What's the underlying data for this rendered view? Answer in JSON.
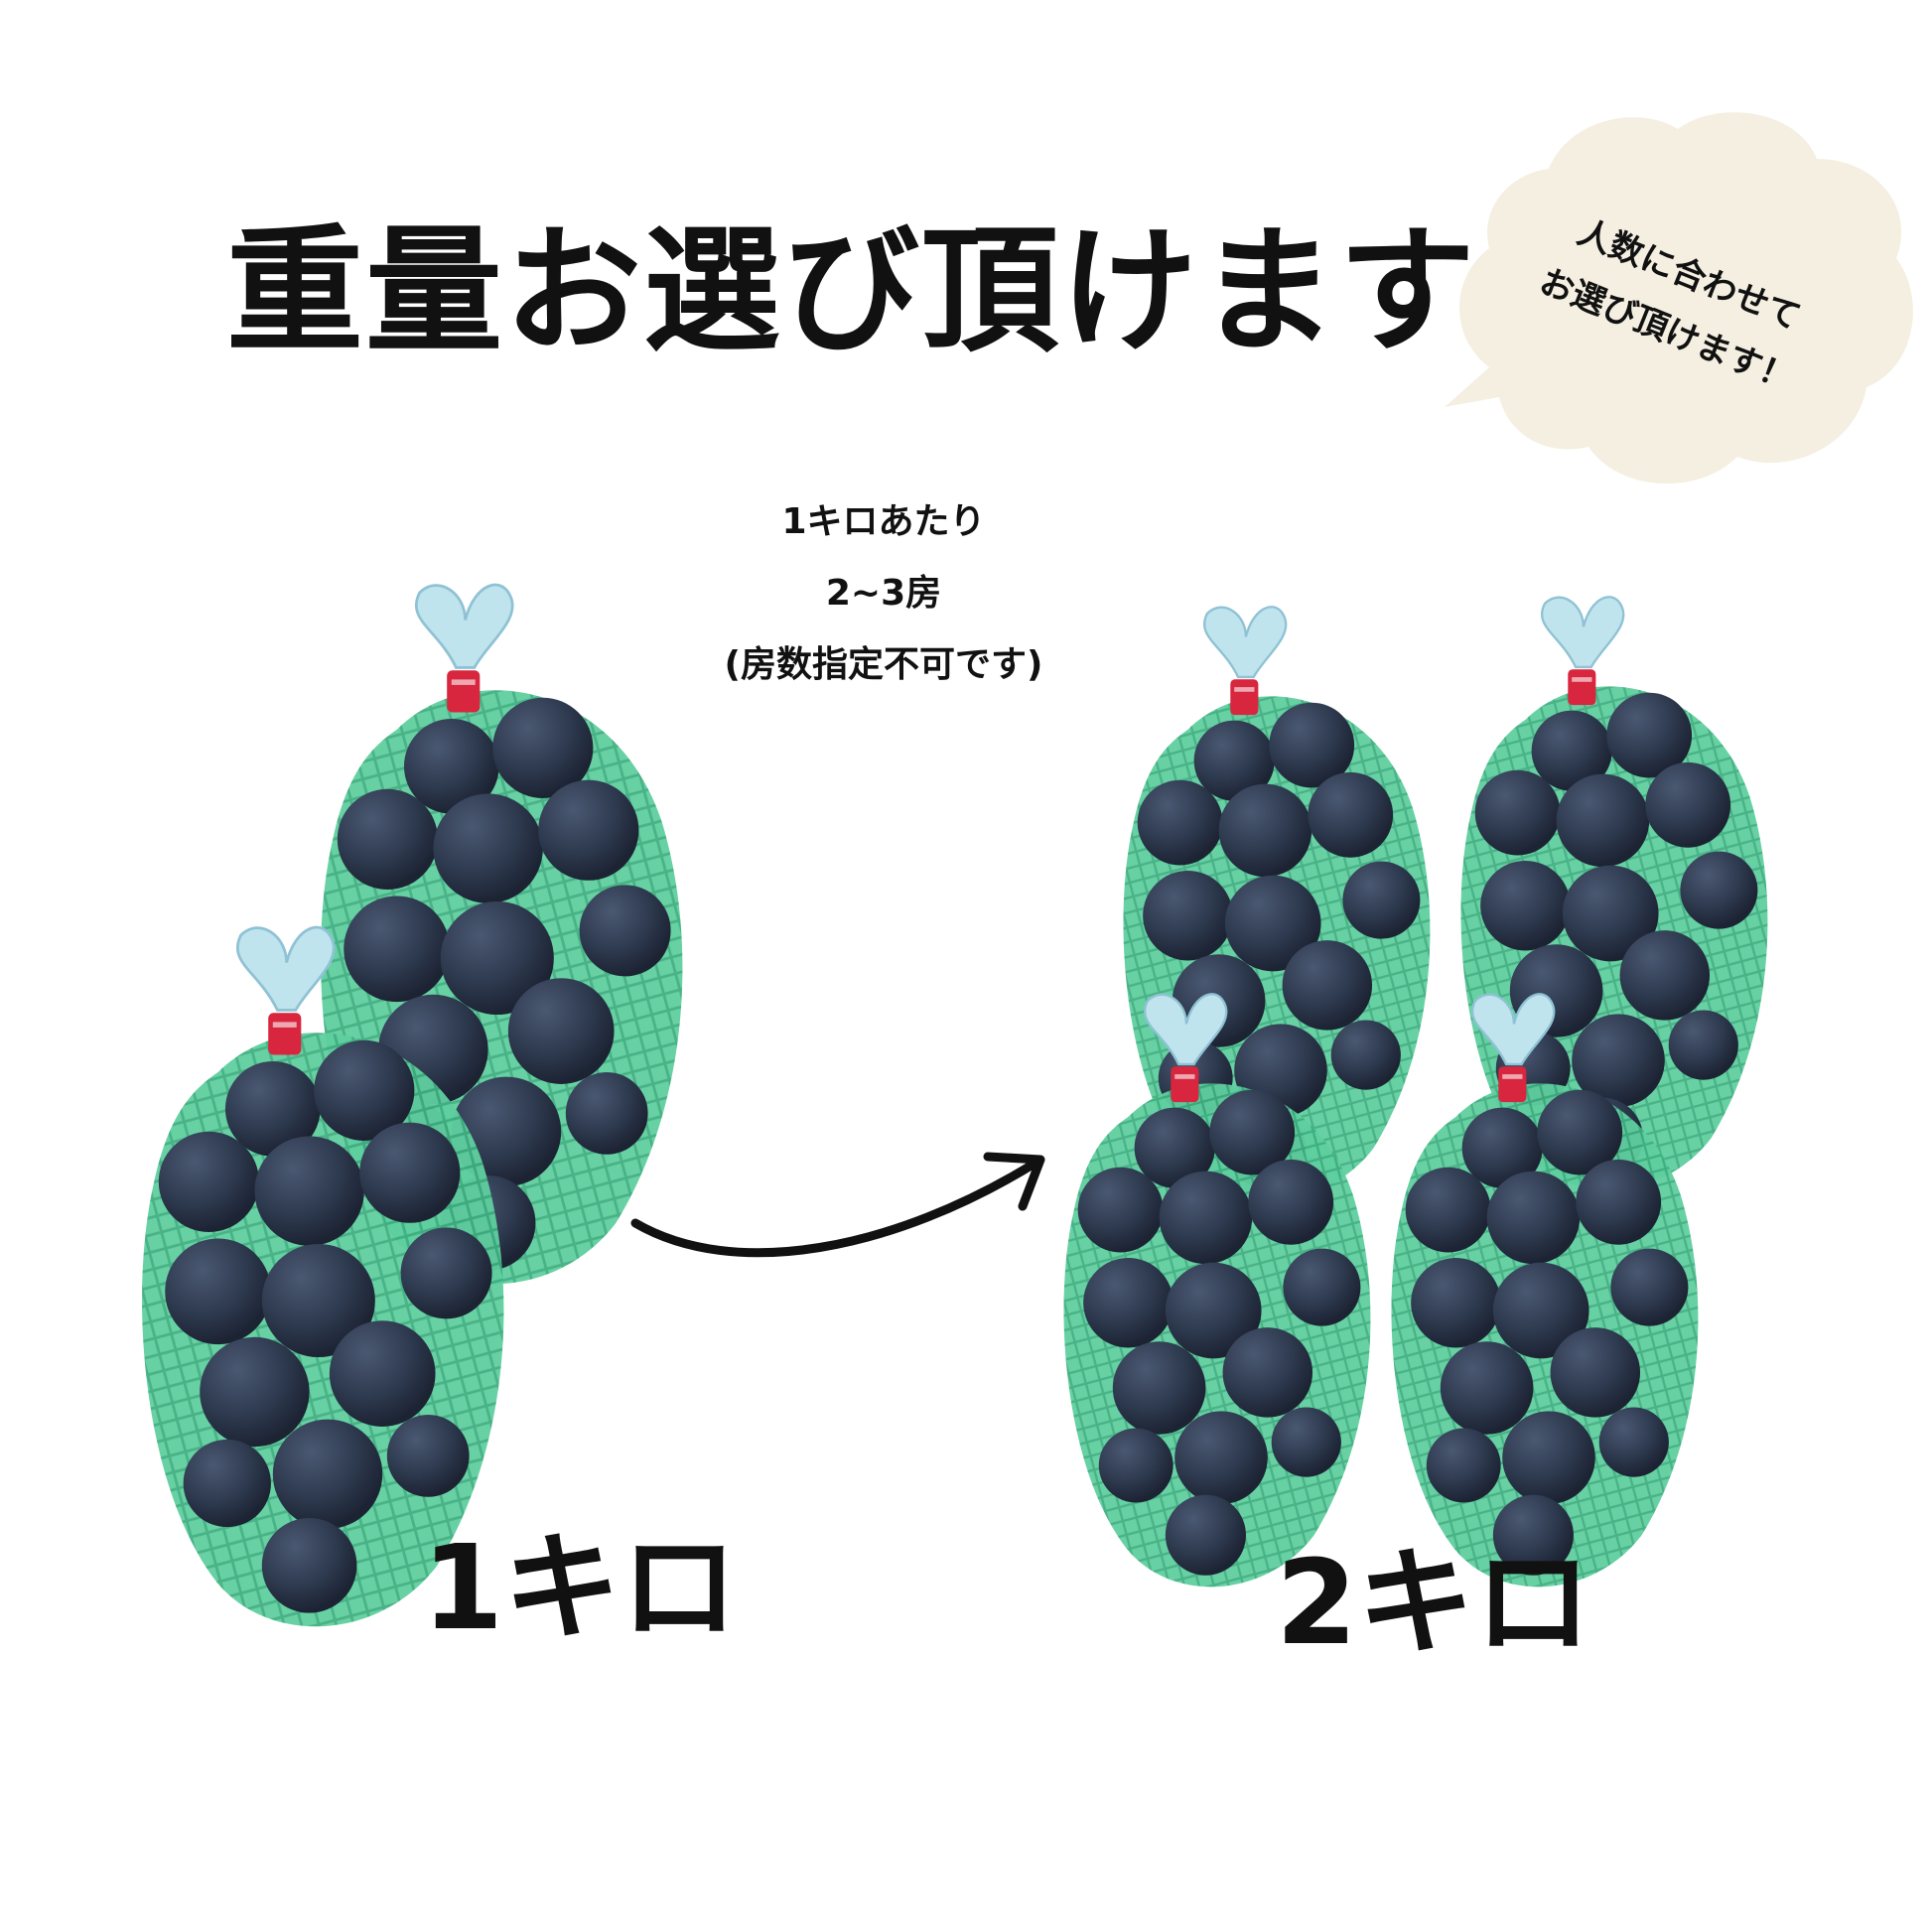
{
  "headline": "重量お選び頂けます",
  "note": {
    "line1": "1キロあたり",
    "line2": "2~3房",
    "line3": "(房数指定不可です)"
  },
  "bubble": {
    "line1": "人数に合わせて",
    "line2": "お選び頂けます！"
  },
  "options": [
    {
      "label": "1キロ",
      "bunches": 2
    },
    {
      "label": "2キロ",
      "bunches": 4
    }
  ],
  "colors": {
    "grape": "#2e3a4f",
    "grape_dark": "#1c2333",
    "net": "#5fcf9f",
    "net_dark": "#3fae80",
    "stem_band": "#d7263d",
    "bubble": "#f4efe1",
    "text": "#111111"
  },
  "icons": [
    "speech-bubble-icon",
    "curved-arrow-icon",
    "grape-bunch-icon"
  ]
}
